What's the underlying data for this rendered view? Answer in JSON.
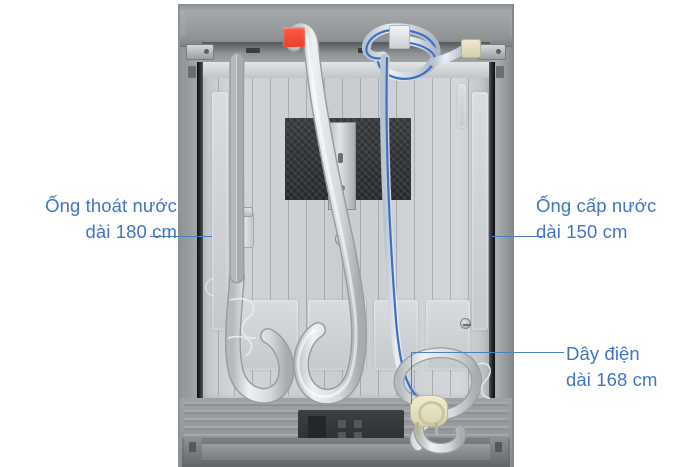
{
  "image": {
    "subject": "dishwasher-rear-view",
    "background_color": "#ffffff",
    "annotation_color": "#3f76c4",
    "leader_line_color": "#4a7fc8"
  },
  "annotations": [
    {
      "id": "drain-hose",
      "name": "drain-hose-label",
      "line1": "Ống thoát nước",
      "line2": "dài 180 cm",
      "length_cm": 180,
      "side": "left",
      "icon": "leader-line-icon"
    },
    {
      "id": "inlet-hose",
      "name": "inlet-hose-label",
      "line1": "Ống cấp nước",
      "line2": "dài 150 cm",
      "length_cm": 150,
      "side": "right",
      "icon": "leader-line-icon"
    },
    {
      "id": "power-cord",
      "name": "power-cord-label",
      "line1": "Dây điện",
      "line2": "dài 168 cm",
      "length_cm": 168,
      "side": "right-bottom",
      "icon": "leader-line-elbow-icon"
    }
  ],
  "parts": {
    "red_clip": "red-hose-clip",
    "white_clip": "white-hose-clip",
    "cream_connector": "water-inlet-connector",
    "power_plug": "power-plug",
    "insulation_mat": "insulation-mat",
    "center_bracket": "center-metal-bracket",
    "base_plinth": "base-plinth",
    "feet": "adjustable-feet"
  }
}
